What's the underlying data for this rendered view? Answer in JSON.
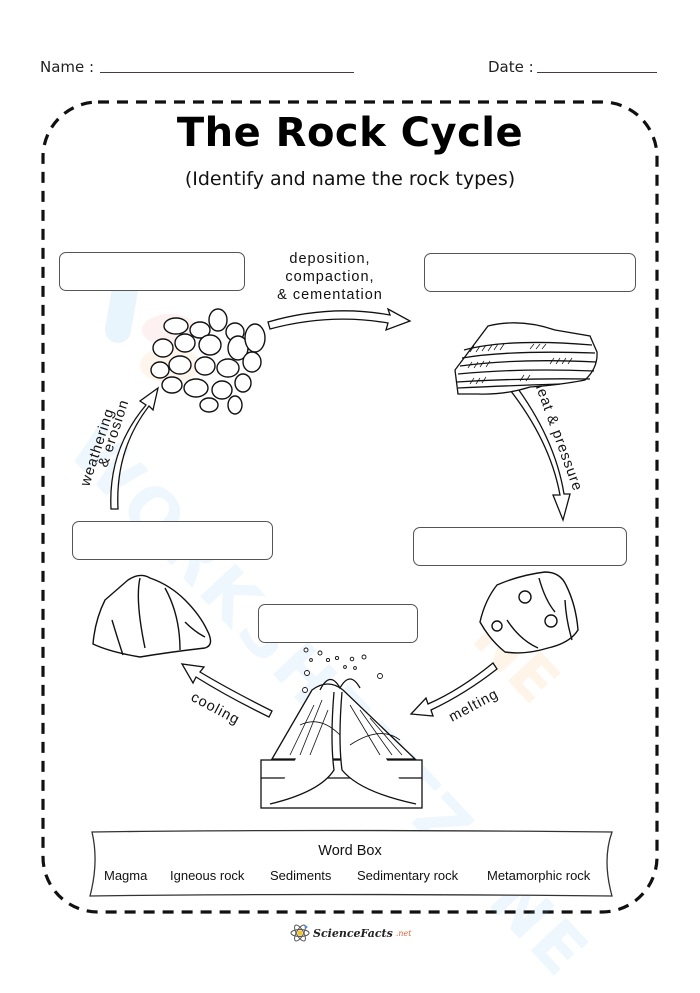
{
  "header": {
    "name_label": "Name :",
    "date_label": "Date :"
  },
  "worksheet": {
    "title": "The Rock Cycle",
    "subtitle": "(Identify and name the rock types)",
    "answer_boxes": [
      {
        "id": "sediments-box",
        "value": ""
      },
      {
        "id": "sedimentary-rock-box",
        "value": ""
      },
      {
        "id": "igneous-rock-box",
        "value": ""
      },
      {
        "id": "metamorphic-rock-box",
        "value": ""
      },
      {
        "id": "magma-box",
        "value": ""
      }
    ],
    "processes": {
      "deposition_line1": "deposition,",
      "deposition_line2": "compaction,",
      "deposition_line3": "& cementation",
      "heat_pressure": "heat & pressure",
      "melting": "melting",
      "cooling": "cooling",
      "weathering_line1": "weathering",
      "weathering_line2": "& erosion"
    },
    "illustrations": [
      "sediments-pebbles",
      "sedimentary-layered-rock",
      "metamorphic-rock",
      "volcano-magma",
      "igneous-rock"
    ]
  },
  "word_box": {
    "title": "Word Box",
    "words": [
      "Magma",
      "Igneous rock",
      "Sediments",
      "Sedimentary rock",
      "Metamorphic rock"
    ]
  },
  "watermark": "WORKSHEETZONE",
  "footer": {
    "logo_text": "ScienceFacts",
    "logo_suffix": ".net"
  },
  "colors": {
    "ink": "#111111",
    "box_border": "#555555",
    "logo_accent": "#e8663a",
    "watermark_blue": "#78bef0",
    "watermark_orange": "#f5a742"
  }
}
